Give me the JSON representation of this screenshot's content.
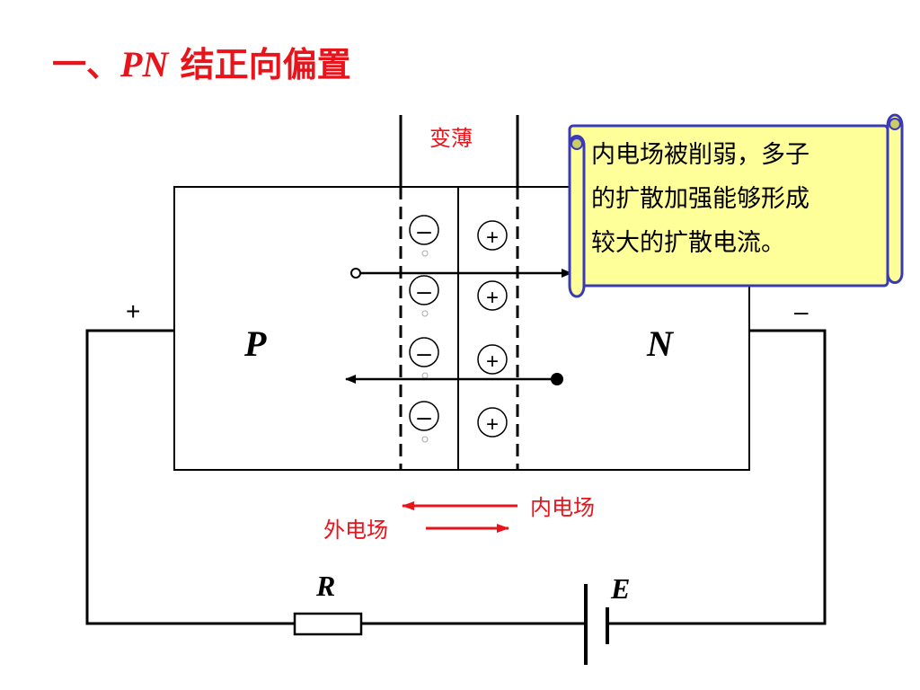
{
  "title": {
    "prefix": "一、",
    "pn": "PN",
    "suffix": " 结正向偏置"
  },
  "labels": {
    "thinner": "变薄",
    "p_region": "P",
    "n_region": "N",
    "plus_terminal": "+",
    "minus_terminal": "–",
    "resistor": "R",
    "battery": "E",
    "internal_field": "内电场",
    "external_field": "外电场",
    "negative_ion": "–",
    "positive_ion": "+"
  },
  "callout": {
    "lines": [
      "内电场被削弱，多子",
      "的扩散加强能够形成",
      "较大的扩散电流。"
    ]
  },
  "colors": {
    "title": "#e8141b",
    "field_arrow": "#e8141b",
    "callout_fill": "#ffff99",
    "callout_border": "#3a3ab8",
    "line": "#000000"
  }
}
